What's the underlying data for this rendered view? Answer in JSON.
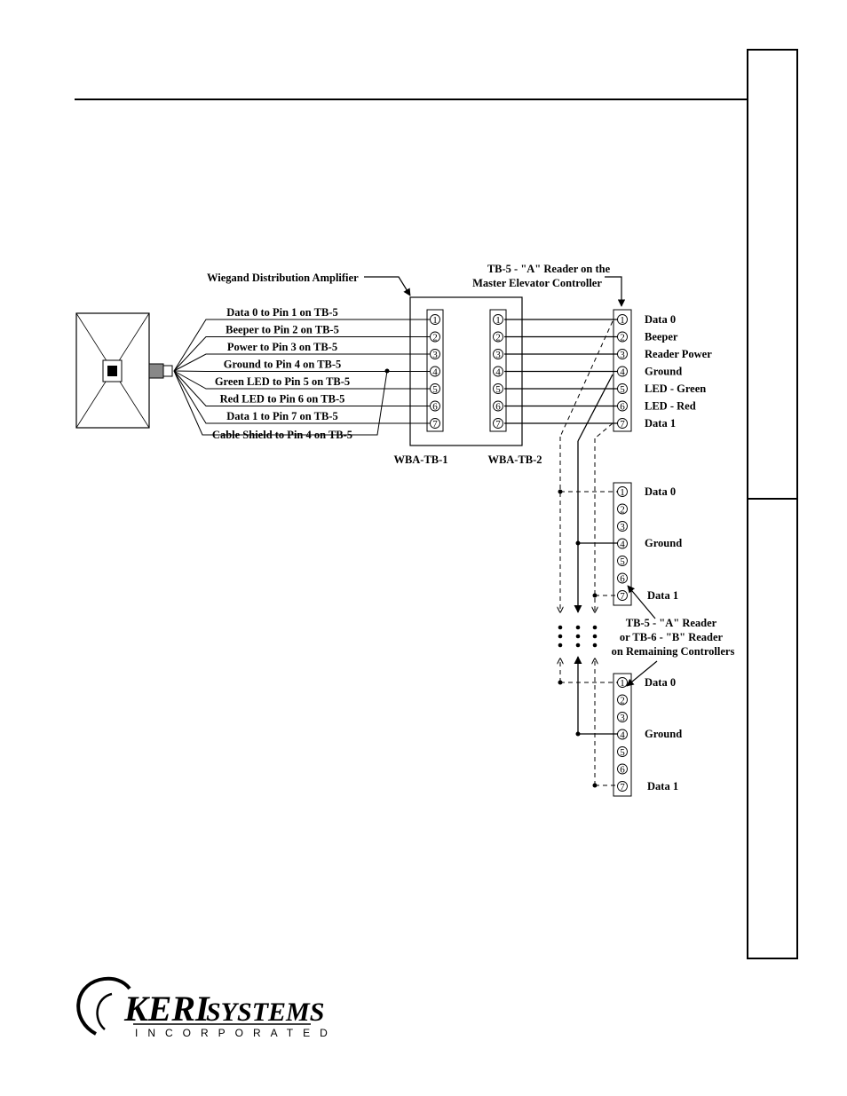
{
  "diagram": {
    "amplifier_label": "Wiegand Distribution Amplifier",
    "master_label_line1": "TB-5 - \"A\" Reader on the",
    "master_label_line2": "Master Elevator Controller",
    "cable_labels": [
      "Data 0 to Pin 1 on TB-5",
      "Beeper to Pin 2 on TB-5",
      "Power to Pin 3 on TB-5",
      "Ground to Pin 4 on TB-5",
      "Green LED to Pin 5 on TB-5",
      "Red LED to Pin 6 on TB-5",
      "Data 1 to Pin 7 on TB-5",
      "Cable Shield to Pin 4 on TB-5"
    ],
    "tb1_label": "WBA-TB-1",
    "tb2_label": "WBA-TB-2",
    "pin_numbers": [
      "1",
      "2",
      "3",
      "4",
      "5",
      "6",
      "7"
    ],
    "master_pin_labels": [
      "Data 0",
      "Beeper",
      "Reader Power",
      "Ground",
      "LED - Green",
      "LED - Red",
      "Data 1"
    ],
    "remote_pin_labels": {
      "data0": "Data 0",
      "ground": "Ground",
      "data1": "Data 1"
    },
    "remaining_label_line1": "TB-5 - \"A\" Reader",
    "remaining_label_line2": "or TB-6 - \"B\" Reader",
    "remaining_label_line3": "on Remaining Controllers"
  },
  "logo": {
    "brand_keri": "KERI",
    "brand_systems": "SYSTEMS",
    "subtitle": "INCORPORATED"
  }
}
